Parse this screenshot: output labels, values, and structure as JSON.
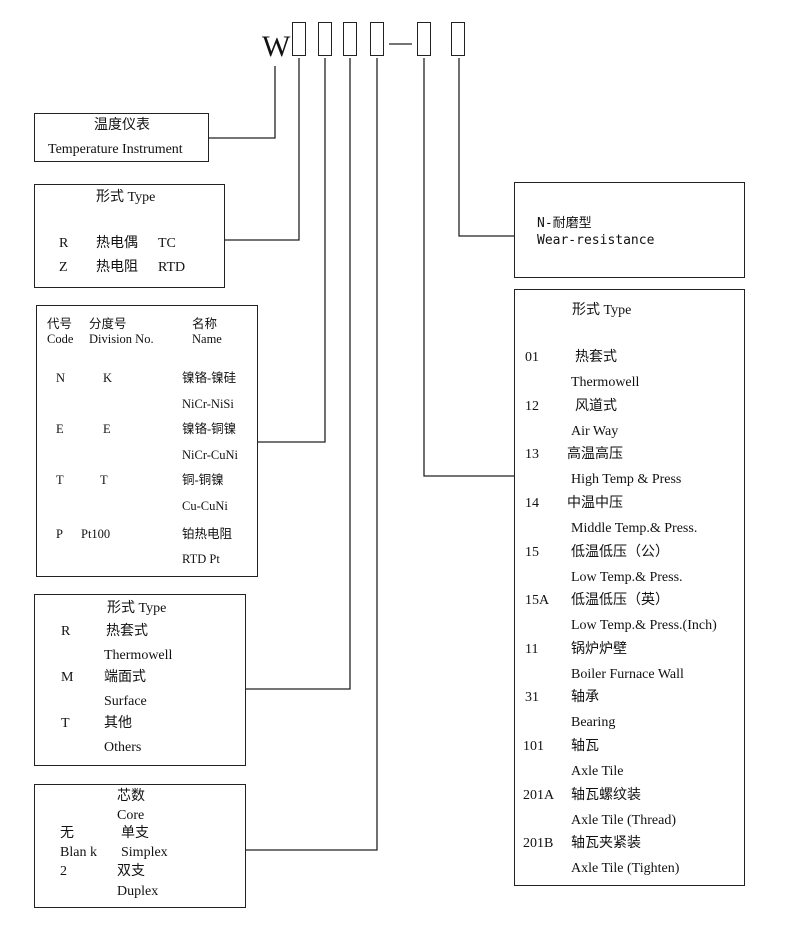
{
  "header": {
    "prefix": "W"
  },
  "box_instrument": {
    "title_cn": "温度仪表",
    "title_en": "Temperature Instrument"
  },
  "box_type": {
    "title": "形式 Type",
    "rows": [
      {
        "code": "R",
        "cn": "热电偶",
        "en": "TC"
      },
      {
        "code": "Z",
        "cn": "热电阻",
        "en": "RTD"
      }
    ]
  },
  "box_division": {
    "headers": [
      {
        "cn": "代号",
        "en": "Code"
      },
      {
        "cn": "分度号",
        "en": "Division No."
      },
      {
        "cn": "名称",
        "en": "Name"
      }
    ],
    "rows": [
      {
        "code": "N",
        "div": "K",
        "name_cn": "镍铬-镍硅",
        "name_en": "NiCr-NiSi"
      },
      {
        "code": "E",
        "div": "E",
        "name_cn": "镍铬-铜镍",
        "name_en": "NiCr-CuNi"
      },
      {
        "code": "T",
        "div": "T",
        "name_cn": "铜-铜镍",
        "name_en": "Cu-CuNi"
      },
      {
        "code": "P",
        "div": "Pt100",
        "name_cn": "铂热电阻",
        "name_en": "RTD Pt"
      }
    ]
  },
  "box_form": {
    "title": "形式 Type",
    "rows": [
      {
        "code": "R",
        "cn": "热套式",
        "en": "Thermowell"
      },
      {
        "code": "M",
        "cn": "端面式",
        "en": "Surface"
      },
      {
        "code": "T",
        "cn": "其他",
        "en": "Others"
      }
    ]
  },
  "box_core": {
    "title_cn": "芯数",
    "title_en": "Core",
    "rows": [
      {
        "code": "无",
        "cn": "单支"
      },
      {
        "code": "Blan k",
        "en": "Simplex"
      },
      {
        "code": "2",
        "cn": "双支"
      },
      {
        "en": "Duplex"
      }
    ]
  },
  "box_wear": {
    "line1": "N-耐磨型",
    "line2": "Wear-resistance"
  },
  "box_install": {
    "title": "形式 Type",
    "rows": [
      {
        "code": "01",
        "cn": "热套式",
        "en": "Thermowell"
      },
      {
        "code": "12",
        "cn": "风道式",
        "en": "Air Way"
      },
      {
        "code": "13",
        "cn": "高温高压",
        "en": "High Temp & Press"
      },
      {
        "code": "14",
        "cn": "中温中压",
        "en": "Middle Temp.& Press."
      },
      {
        "code": "15",
        "cn": "低温低压（公）",
        "en": "Low Temp.& Press."
      },
      {
        "code": "15A",
        "cn": "低温低压（英）",
        "en": "Low Temp.& Press.(Inch)"
      },
      {
        "code": "11",
        "cn": "锅炉炉壁",
        "en": "Boiler Furnace Wall"
      },
      {
        "code": "31",
        "cn": "轴承",
        "en": "Bearing"
      },
      {
        "code": "101",
        "cn": "轴瓦",
        "en": "Axle Tile"
      },
      {
        "code": "201A",
        "cn": "轴瓦螺纹装",
        "en": "Axle Tile (Thread)"
      },
      {
        "code": "201B",
        "cn": "轴瓦夹紧装",
        "en": "Axle Tile (Tighten)"
      }
    ]
  }
}
